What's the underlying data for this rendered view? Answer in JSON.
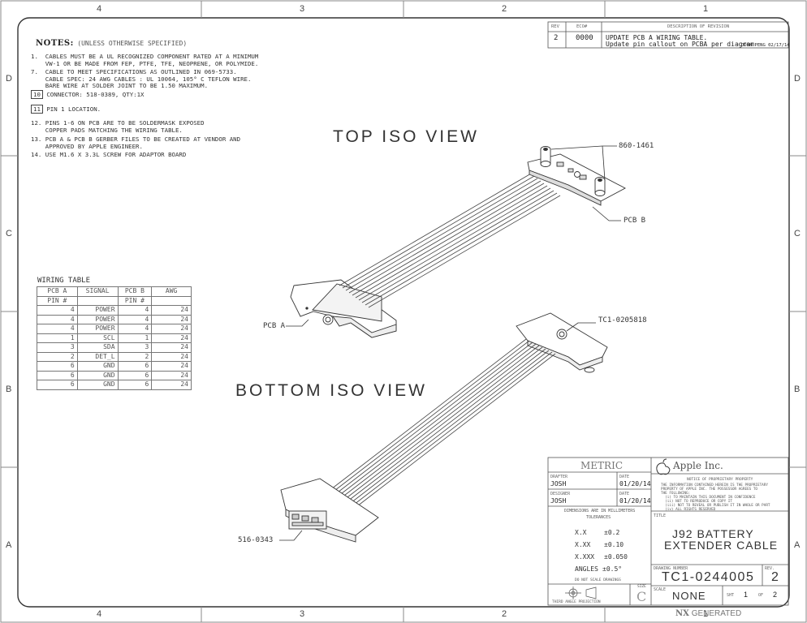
{
  "zones": {
    "top": [
      "4",
      "3",
      "2",
      "1"
    ],
    "bottom": [
      "4",
      "3",
      "2",
      "1"
    ],
    "left": [
      "D",
      "C",
      "B",
      "A"
    ],
    "right": [
      "D",
      "C",
      "B",
      "A"
    ]
  },
  "revision": {
    "headers": {
      "rev": "REV",
      "eco": "ECO#",
      "desc": "DESCRIPTION OF REVISION"
    },
    "rev": "2",
    "eco": "0000",
    "desc_line1": "UPDATE PCB A WIRING TABLE.",
    "desc_line2": "Update pin callout on PCBA per diagram",
    "by": "JOSH PENG 02/17/14"
  },
  "notes": {
    "title": "NOTES:",
    "subtitle": "(UNLESS OTHERWISE SPECIFIED)",
    "items": [
      "1.  CABLES MUST BE A UL RECOGNIZED COMPONENT RATED AT A MINIMUM\n    VW-1 OR BE MADE FROM FEP, PTFE, TFE, NEOPRENE, OR POLYMIDE.",
      "7.  CABLE TO MEET SPECIFICATIONS AS OUTLINED IN 069-5733.\n    CABLE SPEC: 24 AWG CABLES : UL 10064, 105° C TEFLON WIRE.\n    BARE WIRE AT SOLDER JOINT TO BE 1.50 MAXIMUM.",
      "CONNECTOR: 518-0389, QTY:1X",
      "PIN 1 LOCATION.",
      "12. PINS 1-6 ON PCB ARE TO BE SOLDERMASK EXPOSED\n    COPPER PADS MATCHING THE WIRING TABLE.",
      "13. PCB A & PCB B GERBER FILES TO BE CREATED AT VENDOR AND\n    APPROVED BY APPLE ENGINEER.",
      "14. USE M1.6 X 3.3L SCREW FOR ADAPTOR BOARD"
    ],
    "boxed_nums": [
      "10",
      "11"
    ]
  },
  "views": {
    "top": "TOP ISO VIEW",
    "bottom": "BOTTOM ISO VIEW"
  },
  "callouts": {
    "c1": "860-1461",
    "c2": "PCB B",
    "c3": "PCB A",
    "c4": "TC1-0205818",
    "c5": "516-0343"
  },
  "wiring_table": {
    "title": "WIRING TABLE",
    "header1": [
      "PCB A",
      "SIGNAL",
      "PCB B",
      "AWG"
    ],
    "header2": [
      "PIN #",
      "",
      "PIN #",
      ""
    ],
    "rows": [
      [
        "4",
        "POWER",
        "4",
        "24"
      ],
      [
        "4",
        "POWER",
        "4",
        "24"
      ],
      [
        "4",
        "POWER",
        "4",
        "24"
      ],
      [
        "1",
        "SCL",
        "1",
        "24"
      ],
      [
        "3",
        "SDA",
        "3",
        "24"
      ],
      [
        "2",
        "DET_L",
        "2",
        "24"
      ],
      [
        "6",
        "GND",
        "6",
        "24"
      ],
      [
        "6",
        "GND",
        "6",
        "24"
      ],
      [
        "6",
        "GND",
        "6",
        "24"
      ]
    ]
  },
  "title_block": {
    "metric": "METRIC",
    "drafter_label": "DRAFTER",
    "drafter": "JOSH",
    "date_label": "DATE",
    "draft_date": "01/20/14",
    "designer_label": "DESIGNER",
    "designer": "JOSH",
    "design_date": "01/20/14",
    "dims_note": "DIMENSIONS ARE IN MILLIMETERS",
    "tolerances": "TOLERANCES",
    "tol": [
      {
        "k": "X.X",
        "v": "±0.2"
      },
      {
        "k": "X.XX",
        "v": "±0.10"
      },
      {
        "k": "X.XXX",
        "v": "±0.050"
      },
      {
        "k": "ANGLES",
        "v": "±0.5°"
      }
    ],
    "do_not_scale": "DO NOT SCALE DRAWINGS",
    "projection": "THIRD ANGLE PROJECTION",
    "size_label": "SIZE",
    "size": "C",
    "company": "Apple Inc.",
    "prop_title": "NOTICE OF PROPRIETARY PROPERTY",
    "prop_lines": [
      "THE INFORMATION CONTAINED HEREIN IS THE PROPRIETARY",
      "PROPERTY OF APPLE INC. THE POSSESSOR AGREES TO",
      "THE FOLLOWING:",
      "  (i) TO MAINTAIN THIS DOCUMENT IN CONFIDENCE",
      "  (ii) NOT TO REPRODUCE OR COPY IT",
      "  (iii) NOT TO REVEAL OR PUBLISH IT IN WHOLE OR PART",
      "  (iv) ALL RIGHTS RESERVED"
    ],
    "title_label": "TITLE",
    "title_line1": "J92 BATTERY",
    "title_line2": "EXTENDER CABLE",
    "drawing_number_label": "DRAWING NUMBER",
    "drawing_number": "TC1-0244005",
    "rev_label": "REV.",
    "rev": "2",
    "scale_label": "SCALE",
    "scale": "NONE",
    "sht_label": "SHT",
    "sht": "1",
    "of_label": "OF",
    "of": "2"
  },
  "footer": {
    "nx": "NX",
    "generated": "GENERATED"
  }
}
